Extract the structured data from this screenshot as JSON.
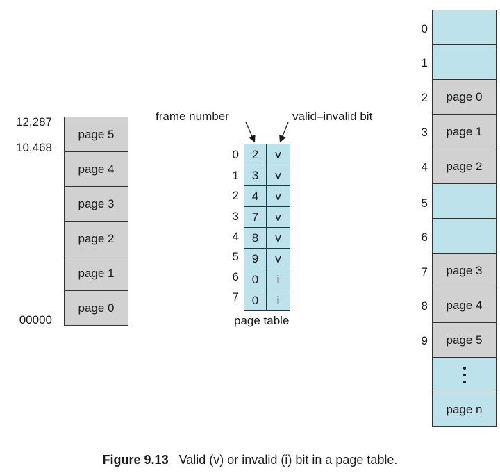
{
  "logical_memory": {
    "addresses": {
      "top": "12,287",
      "upper": "10,468",
      "bottom": "00000"
    },
    "pages": [
      "page 5",
      "page 4",
      "page 3",
      "page 2",
      "page 1",
      "page 0"
    ]
  },
  "page_table": {
    "frame_label": "frame number",
    "bit_label": "valid–invalid bit",
    "title": "page table",
    "rows": [
      {
        "index": "0",
        "frame": "2",
        "bit": "v"
      },
      {
        "index": "1",
        "frame": "3",
        "bit": "v"
      },
      {
        "index": "2",
        "frame": "4",
        "bit": "v"
      },
      {
        "index": "3",
        "frame": "7",
        "bit": "v"
      },
      {
        "index": "4",
        "frame": "8",
        "bit": "v"
      },
      {
        "index": "5",
        "frame": "9",
        "bit": "v"
      },
      {
        "index": "6",
        "frame": "0",
        "bit": "i"
      },
      {
        "index": "7",
        "frame": "0",
        "bit": "i"
      }
    ]
  },
  "physical_memory": {
    "frames": [
      {
        "index": "0",
        "content": ""
      },
      {
        "index": "1",
        "content": ""
      },
      {
        "index": "2",
        "content": "page 0"
      },
      {
        "index": "3",
        "content": "page 1"
      },
      {
        "index": "4",
        "content": "page 2"
      },
      {
        "index": "5",
        "content": ""
      },
      {
        "index": "6",
        "content": ""
      },
      {
        "index": "7",
        "content": "page 3"
      },
      {
        "index": "8",
        "content": "page 4"
      },
      {
        "index": "9",
        "content": "page 5"
      },
      {
        "index": "",
        "content": ""
      },
      {
        "index": "",
        "content": "page n"
      }
    ],
    "ellipsis_icon": "vertical-ellipsis"
  },
  "caption": {
    "figure": "Figure 9.13",
    "text": "Valid (v) or invalid (i) bit in a page table."
  },
  "colors": {
    "used": "#d1d1d1",
    "free": "#bde2ec",
    "border": "#333333"
  }
}
